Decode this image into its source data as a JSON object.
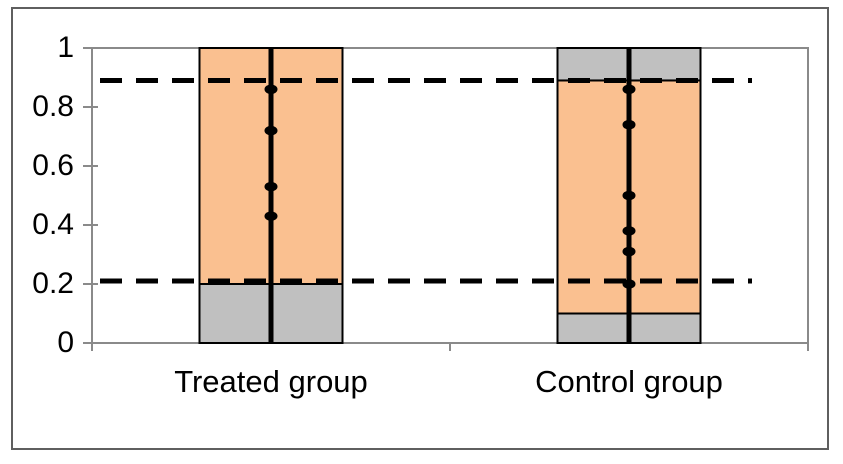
{
  "figure": {
    "background": "#ffffff",
    "border_color": "#5f5f5f"
  },
  "chart_data": {
    "type": "bar",
    "title": "",
    "xlabel": "",
    "ylabel": "",
    "ylim": [
      0,
      1
    ],
    "grid": false,
    "legend": "none",
    "categories": [
      "Treated group",
      "Control group"
    ],
    "ytick_labels": [
      "1",
      "0.8",
      "0.6",
      "0.4",
      "0.2",
      "0"
    ],
    "ytick_values": [
      1,
      0.8,
      0.6,
      0.4,
      0.2,
      0
    ],
    "bars": [
      {
        "category": "Treated group",
        "segments": [
          {
            "from": 0,
            "to": 0.2,
            "color": "#C0C0C0"
          },
          {
            "from": 0.2,
            "to": 1.0,
            "color": "#FAC090"
          }
        ],
        "dots": [
          0.86,
          0.72,
          0.53,
          0.43
        ]
      },
      {
        "category": "Control group",
        "segments": [
          {
            "from": 0,
            "to": 0.1,
            "color": "#C0C0C0"
          },
          {
            "from": 0.1,
            "to": 0.89,
            "color": "#FAC090"
          },
          {
            "from": 0.89,
            "to": 1.0,
            "color": "#C0C0C0"
          }
        ],
        "dots": [
          0.86,
          0.74,
          0.5,
          0.38,
          0.31,
          0.2
        ]
      }
    ],
    "dashed_reference_lines": [
      0.89,
      0.21
    ],
    "colors": {
      "bar_fill_orange": "#FAC090",
      "bar_fill_gray": "#C0C0C0",
      "bar_border": "#000000",
      "center_line": "#000000",
      "dot": "#000000",
      "reference_line": "#000000",
      "axis": "#8a8a8a",
      "text": "#000000"
    }
  }
}
